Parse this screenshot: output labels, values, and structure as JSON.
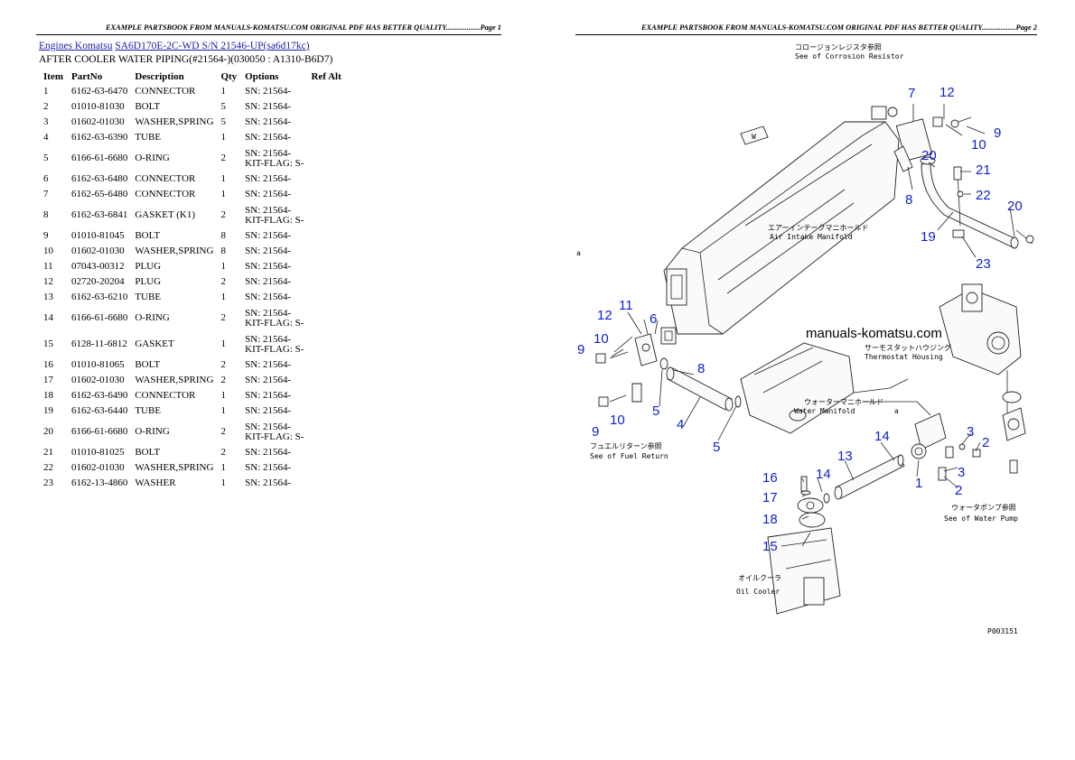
{
  "pages": {
    "page1": {
      "header": "EXAMPLE PARTSBOOK FROM MANUALS-KOMATSU.COM ORIGINAL PDF HAS BETTER QUALITY..................Page 1"
    },
    "page2": {
      "header": "EXAMPLE PARTSBOOK FROM MANUALS-KOMATSU.COM ORIGINAL PDF HAS BETTER QUALITY..................Page 2"
    }
  },
  "breadcrumb": {
    "link1": "Engines Komatsu",
    "link2": "SA6D170E-2C-WD S/N 21546-UP(sa6d17kc)"
  },
  "subtitle": "AFTER COOLER WATER PIPING(#21564-)(030050 : A1310-B6D7)",
  "table": {
    "headers": {
      "item": "Item",
      "partno": "PartNo",
      "description": "Description",
      "qty": "Qty",
      "options": "Options",
      "refalt": "Ref Alt"
    },
    "rows": [
      {
        "item": "1",
        "partno": "6162-63-6470",
        "description": "CONNECTOR",
        "qty": "1",
        "options": "SN: 21564-",
        "kit": ""
      },
      {
        "item": "2",
        "partno": "01010-81030",
        "description": "BOLT",
        "qty": "5",
        "options": "SN: 21564-",
        "kit": ""
      },
      {
        "item": "3",
        "partno": "01602-01030",
        "description": "WASHER,SPRING",
        "qty": "5",
        "options": "SN: 21564-",
        "kit": ""
      },
      {
        "item": "4",
        "partno": "6162-63-6390",
        "description": "TUBE",
        "qty": "1",
        "options": "SN: 21564-",
        "kit": ""
      },
      {
        "item": "5",
        "partno": "6166-61-6680",
        "description": "O-RING",
        "qty": "2",
        "options": "SN: 21564-",
        "kit": "KIT-FLAG: S-"
      },
      {
        "item": "6",
        "partno": "6162-63-6480",
        "description": "CONNECTOR",
        "qty": "1",
        "options": "SN: 21564-",
        "kit": ""
      },
      {
        "item": "7",
        "partno": "6162-65-6480",
        "description": "CONNECTOR",
        "qty": "1",
        "options": "SN: 21564-",
        "kit": ""
      },
      {
        "item": "8",
        "partno": "6162-63-6841",
        "description": "GASKET (K1)",
        "qty": "2",
        "options": "SN: 21564-",
        "kit": "KIT-FLAG: S-"
      },
      {
        "item": "9",
        "partno": "01010-81045",
        "description": "BOLT",
        "qty": "8",
        "options": "SN: 21564-",
        "kit": ""
      },
      {
        "item": "10",
        "partno": "01602-01030",
        "description": "WASHER,SPRING",
        "qty": "8",
        "options": "SN: 21564-",
        "kit": ""
      },
      {
        "item": "11",
        "partno": "07043-00312",
        "description": "PLUG",
        "qty": "1",
        "options": "SN: 21564-",
        "kit": ""
      },
      {
        "item": "12",
        "partno": "02720-20204",
        "description": "PLUG",
        "qty": "2",
        "options": "SN: 21564-",
        "kit": ""
      },
      {
        "item": "13",
        "partno": "6162-63-6210",
        "description": "TUBE",
        "qty": "1",
        "options": "SN: 21564-",
        "kit": ""
      },
      {
        "item": "14",
        "partno": "6166-61-6680",
        "description": "O-RING",
        "qty": "2",
        "options": "SN: 21564-",
        "kit": "KIT-FLAG: S-"
      },
      {
        "item": "15",
        "partno": "6128-11-6812",
        "description": "GASKET",
        "qty": "1",
        "options": "SN: 21564-",
        "kit": "KIT-FLAG: S-"
      },
      {
        "item": "16",
        "partno": "01010-81065",
        "description": "BOLT",
        "qty": "2",
        "options": "SN: 21564-",
        "kit": ""
      },
      {
        "item": "17",
        "partno": "01602-01030",
        "description": "WASHER,SPRING",
        "qty": "2",
        "options": "SN: 21564-",
        "kit": ""
      },
      {
        "item": "18",
        "partno": "6162-63-6490",
        "description": "CONNECTOR",
        "qty": "1",
        "options": "SN: 21564-",
        "kit": ""
      },
      {
        "item": "19",
        "partno": "6162-63-6440",
        "description": "TUBE",
        "qty": "1",
        "options": "SN: 21564-",
        "kit": ""
      },
      {
        "item": "20",
        "partno": "6166-61-6680",
        "description": "O-RING",
        "qty": "2",
        "options": "SN: 21564-",
        "kit": "KIT-FLAG: S-"
      },
      {
        "item": "21",
        "partno": "01010-81025",
        "description": "BOLT",
        "qty": "2",
        "options": "SN: 21564-",
        "kit": ""
      },
      {
        "item": "22",
        "partno": "01602-01030",
        "description": "WASHER,SPRING",
        "qty": "1",
        "options": "SN: 21564-",
        "kit": ""
      },
      {
        "item": "23",
        "partno": "6162-13-4860",
        "description": "WASHER",
        "qty": "1",
        "options": "SN: 21564-",
        "kit": ""
      }
    ]
  },
  "diagram": {
    "watermark": "manuals-komatsu.com",
    "drawing_number": "P003151",
    "labels": {
      "corrosion_jp": "コロージョンレジスタ参照",
      "corrosion_en": "See of Corrosion Resistor",
      "air_intake_jp": "エアーインテークマニホールド",
      "air_intake_en": "Air Intake Manifold",
      "thermostat_jp": "サーモスタットハウジング",
      "thermostat_en": "Thermostat Housing",
      "water_manifold_jp": "ウォーターマニホールド",
      "water_manifold_en": "Water Manifold",
      "fuel_return_jp": "フュエルリターン参照",
      "fuel_return_en": "See of Fuel Return",
      "water_pump_jp": "ウォータポンプ参照",
      "water_pump_en": "See of Water Pump",
      "oil_cooler_jp": "オイルクーラ",
      "oil_cooler_en": "Oil Cooler",
      "arrow_w": "W",
      "mark_a": "a"
    },
    "callouts": [
      "1",
      "2",
      "3",
      "4",
      "5",
      "6",
      "7",
      "8",
      "9",
      "10",
      "11",
      "12",
      "13",
      "14",
      "15",
      "16",
      "17",
      "18",
      "19",
      "20",
      "21",
      "22",
      "23"
    ]
  }
}
